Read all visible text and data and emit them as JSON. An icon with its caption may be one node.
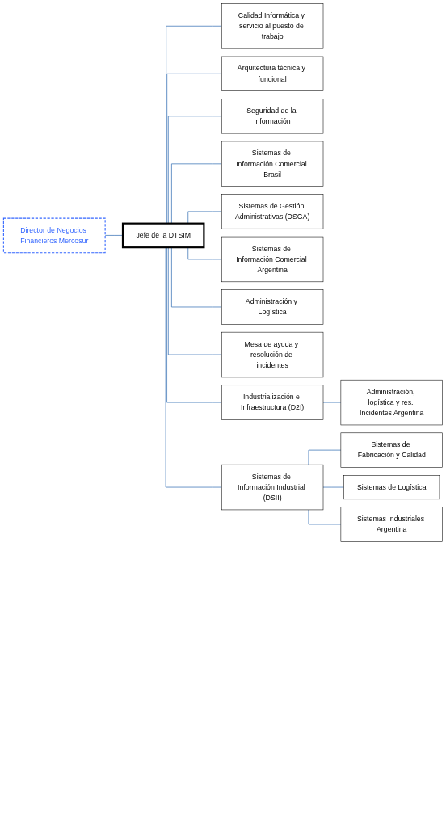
{
  "diagram": {
    "nodes": [
      {
        "text": [
          "Director de Negocios Financieros Mercosur"
        ]
      },
      {
        "text": [
          "Jefe de la DTSIM"
        ]
      },
      {
        "text": [
          "Calidad Informática y servicio al puesto de trabajo"
        ]
      },
      {
        "text": [
          "Arquitectura técnica y funcional"
        ]
      },
      {
        "text": [
          "Seguridad de la información"
        ]
      },
      {
        "text": [
          "Sistemas de Información Comercial Brasil"
        ]
      },
      {
        "text": [
          "Sistemas de Gestión Administrativas (DSGA)"
        ]
      },
      {
        "text": [
          "Sistemas de Información Comercial Argentina"
        ]
      },
      {
        "text": [
          "Administración y Logística"
        ]
      },
      {
        "text": [
          "Mesa de ayuda y resolución de incidentes"
        ]
      },
      {
        "text": [
          "Industrialización e Infraestructura (D2I)"
        ]
      },
      {
        "text": [
          "Sistemas de Información Industrial (DSII)"
        ]
      },
      {
        "text": [
          "Administración, logística y res. Incidentes Argentina"
        ]
      },
      {
        "text": [
          "Sistemas de Fabricación y Calidad"
        ]
      },
      {
        "text": [
          "Sistemas de Logística"
        ]
      },
      {
        "text": [
          "Sistemas Industriales Argentina"
        ]
      }
    ],
    "edges": [
      {
        "from": 0,
        "to": 1,
        "arrow": "none"
      },
      {
        "from": 1,
        "to": 2,
        "arrow": "none"
      },
      {
        "from": 1,
        "to": 3,
        "arrow": "none"
      },
      {
        "from": 1,
        "to": 4,
        "arrow": "none"
      },
      {
        "from": 1,
        "to": 5,
        "arrow": "none"
      },
      {
        "from": 1,
        "to": 6,
        "arrow": "none"
      },
      {
        "from": 1,
        "to": 7,
        "arrow": "none"
      },
      {
        "from": 1,
        "to": 8,
        "arrow": "none"
      },
      {
        "from": 1,
        "to": 9,
        "arrow": "none"
      },
      {
        "from": 1,
        "to": 10,
        "arrow": "none"
      },
      {
        "from": 1,
        "to": 11,
        "arrow": "none"
      },
      {
        "from": 10,
        "to": 12,
        "arrow": "none"
      },
      {
        "from": 11,
        "to": 13,
        "arrow": "none"
      },
      {
        "from": 11,
        "to": 14,
        "arrow": "none"
      },
      {
        "from": 11,
        "to": 15,
        "arrow": "none"
      }
    ]
  }
}
